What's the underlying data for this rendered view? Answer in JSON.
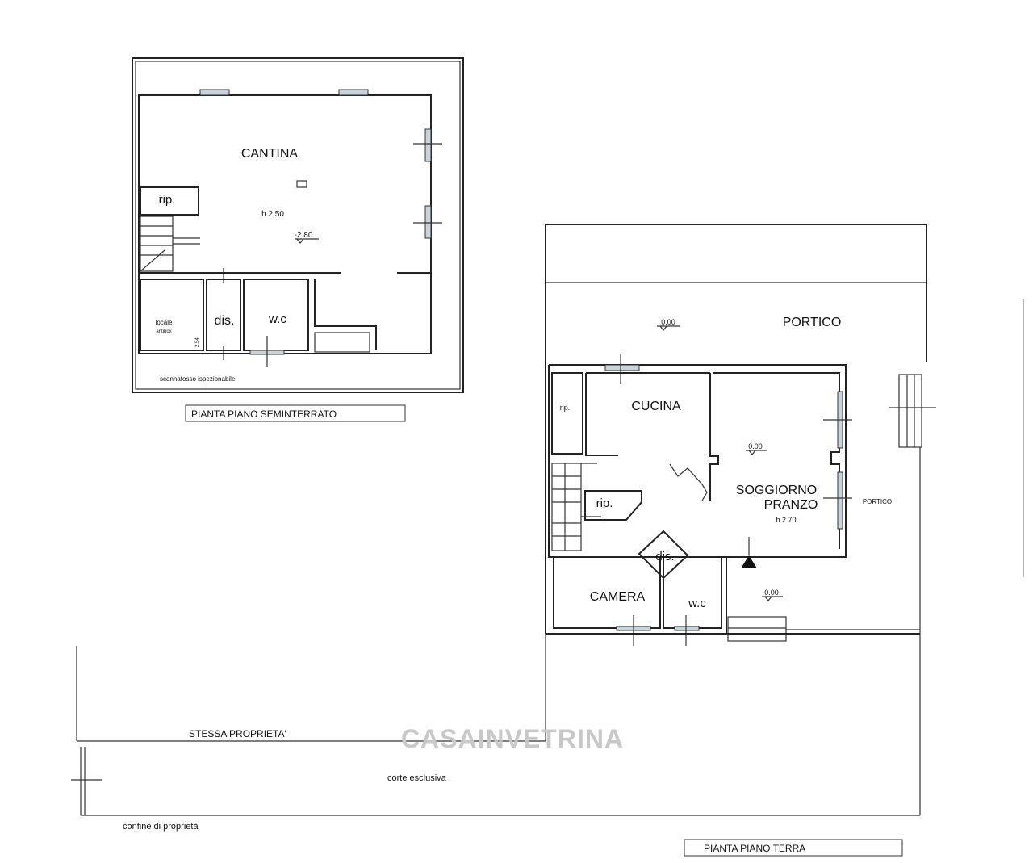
{
  "basement": {
    "title": "PIANTA PIANO SEMINTERRATO",
    "rooms": {
      "cantina": "CANTINA",
      "rip": "rip.",
      "height": "h.2.50",
      "level": "-2.80",
      "locale": "locale",
      "locale_sub": "antibox",
      "dis": "dis.",
      "wc": "w.c",
      "dim": "2.54",
      "scannafosso": "scannafosso ispezionabile"
    }
  },
  "ground": {
    "title": "PIANTA PIANO TERRA",
    "rooms": {
      "portico_top": "PORTICO",
      "portico_level": "0.00",
      "rip_small": "rip.",
      "cucina": "CUCINA",
      "soggiorno_level": "0.00",
      "soggiorno": "SOGGIORNO",
      "pranzo": "PRANZO",
      "height": "h.2.70",
      "portico_side": "PORTICO",
      "rip": "rip.",
      "dis": "dis.",
      "camera": "CAMERA",
      "wc": "w.c",
      "ext_level": "0.00"
    }
  },
  "site": {
    "stessa_proprieta": "STESSA PROPRIETA'",
    "corte": "corte esclusiva",
    "confine": "confine di proprietà"
  },
  "watermark": "CASAINVETRINA"
}
